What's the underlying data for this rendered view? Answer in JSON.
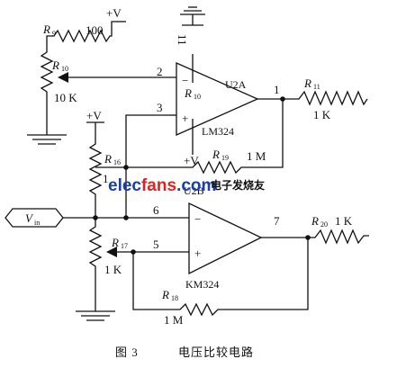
{
  "labels": {
    "pos_v_top": "+V",
    "r9": "R",
    "r9_sub": "9",
    "r9_value": "100",
    "r10": "R",
    "r10_sub": "10",
    "r10_value": "10 K",
    "u2a_pin2": "2",
    "u2a_pin3": "3",
    "u2a_pin1": "1",
    "u2a_minus": "−",
    "u2a_plus": "+",
    "u2a_name": "U2A",
    "u2a_inner": "R",
    "u2a_inner_sub": "10",
    "u2a_part": "LM324",
    "u2a_pos_v": "+V",
    "ground_pin": "11",
    "r11": "R",
    "r11_sub": "11",
    "r11_value": "1 K",
    "pos_v_left": "+V",
    "r16": "R",
    "r16_sub": "16",
    "r16_value": "1",
    "r19": "R",
    "r19_sub": "19",
    "r19_value": "1 M",
    "vin": "V",
    "vin_sub": "in",
    "u2b_name": "U2B",
    "u2b_pin6": "6",
    "u2b_pin5": "5",
    "u2b_pin7": "7",
    "u2b_minus": "−",
    "u2b_plus": "+",
    "u2b_part": "KM324",
    "r17": "R",
    "r17_sub": "17",
    "r17_value": "1 K",
    "r18": "R",
    "r18_sub": "18",
    "r18_value": "1 M",
    "r20": "R",
    "r20_sub": "20",
    "r20_value": "1 K"
  },
  "watermark": {
    "brand_a": "elec",
    "brand_b": "fans",
    "brand_c": ".com",
    "brand_cn": "电子发烧友"
  },
  "caption": {
    "figure_no": "图 3",
    "title": "电压比较电路"
  }
}
